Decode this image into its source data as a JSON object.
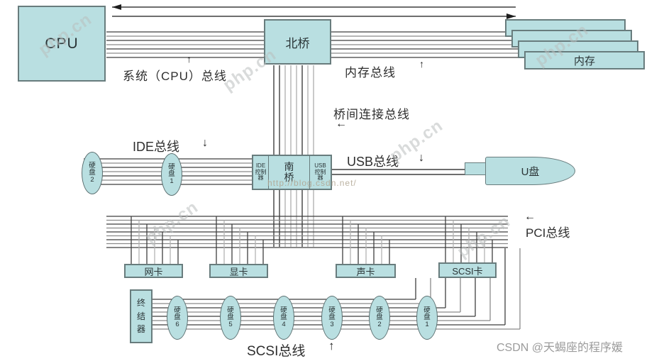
{
  "nodes": {
    "cpu": "CPU",
    "north_bridge": "北桥",
    "memory": "内存",
    "south_bridge_ide": "IDE控制器",
    "south_bridge": "南桥",
    "south_bridge_usb": "USB控制器",
    "usb_drive": "U盘",
    "nic_card": "网卡",
    "gpu_card": "显卡",
    "sound_card": "声卡",
    "scsi_card": "SCSI卡",
    "terminator": "终结器"
  },
  "ide_disks": [
    {
      "label": "硬盘2"
    },
    {
      "label": "硬盘1"
    }
  ],
  "scsi_disks": [
    {
      "label": "硬盘6"
    },
    {
      "label": "硬盘5"
    },
    {
      "label": "硬盘4"
    },
    {
      "label": "硬盘3"
    },
    {
      "label": "硬盘2"
    },
    {
      "label": "硬盘1"
    }
  ],
  "bus_labels": {
    "system_bus": "系统（CPU）总线",
    "memory_bus": "内存总线",
    "bridge_bus": "桥间连接总线",
    "ide_bus": "IDE总线",
    "usb_bus": "USB总线",
    "pci_bus": "PCI总线",
    "scsi_bus": "SCSI总线"
  },
  "arrows": {
    "up": "↑",
    "down": "↓",
    "left": "←"
  },
  "watermarks": {
    "php": "php.cn",
    "blog_url": "http://blog.csdn.net/",
    "csdn_credit": "CSDN @天蝎座的程序媛"
  },
  "colors": {
    "box_fill": "#b9dfe1",
    "box_border": "#687c7d",
    "line_dark": "#3f3f3f",
    "line_light": "#b3b3b3",
    "watermark_gray": "#9b9b9b"
  }
}
